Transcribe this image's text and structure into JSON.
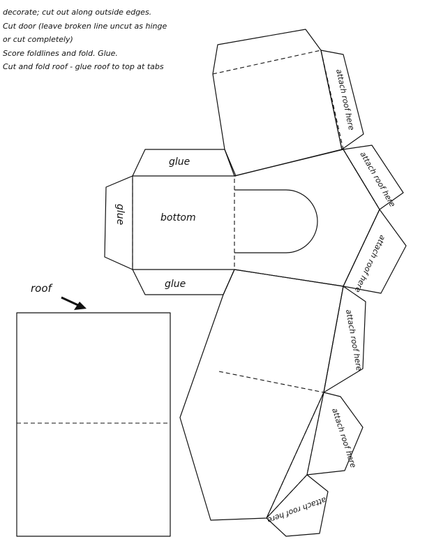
{
  "instructions": [
    "decorate; cut out along outside edges.",
    "Cut door (leave broken line uncut as hinge",
    "or cut completely)",
    "Score foldlines and fold. Glue.",
    "Cut and fold roof - glue roof to top at tabs"
  ],
  "labels": {
    "glue": "glue",
    "bottom": "bottom",
    "roof": "roof",
    "attach_roof": "attach roof here"
  },
  "attach_roof_count": 6,
  "roof_arrow_icon": "arrow-down-right-icon"
}
